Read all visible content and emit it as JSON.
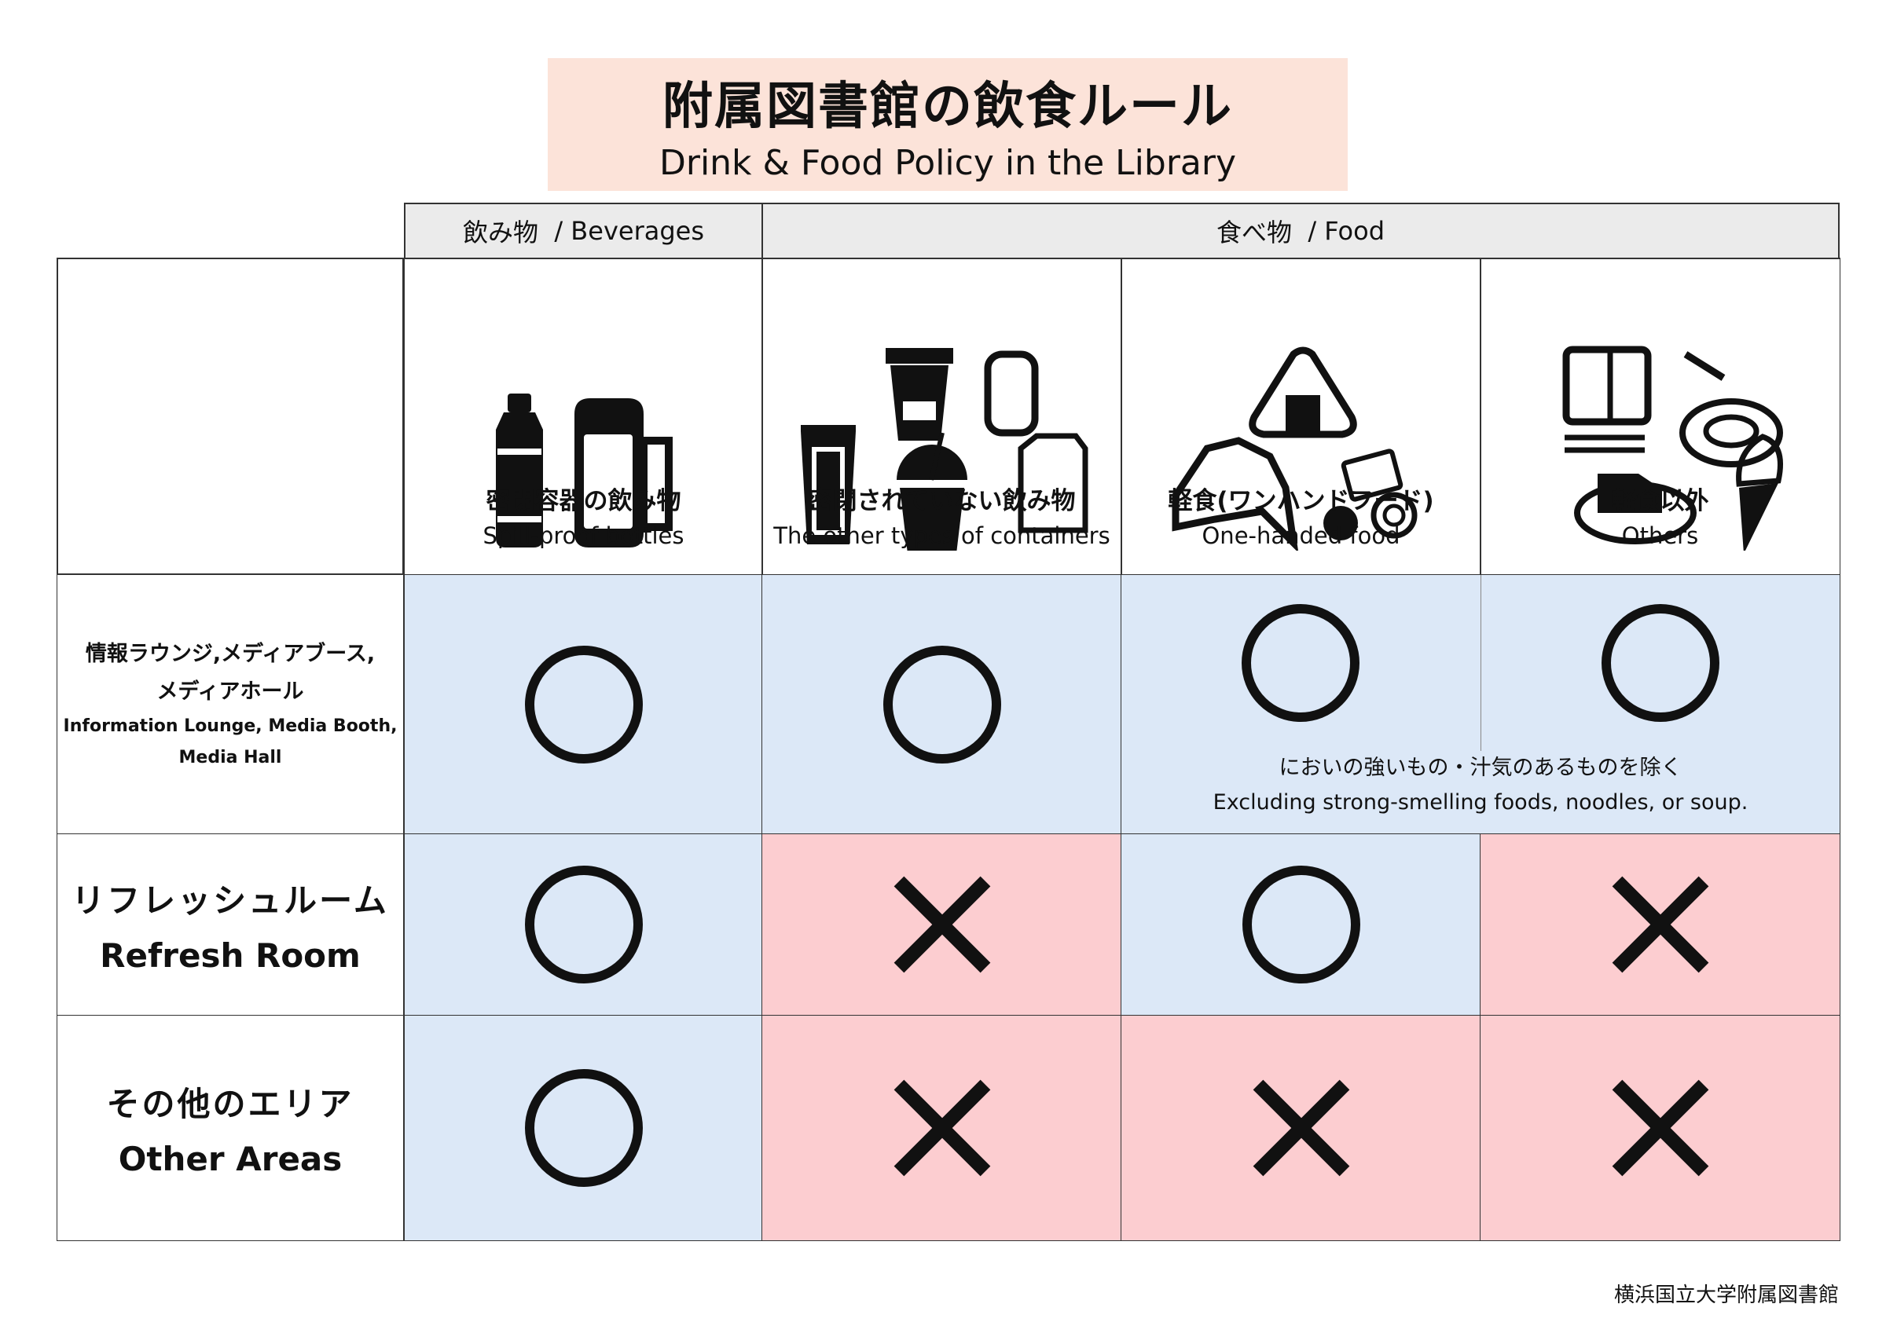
{
  "title": {
    "ja": "附属図書館の飲食ルール",
    "en": "Drink & Food Policy in the Library"
  },
  "groups": [
    {
      "ja": "飲み物",
      "en": "Beverages",
      "sep": "/"
    },
    {
      "ja": "食べ物",
      "en": "Food",
      "sep": "/"
    }
  ],
  "categories": [
    {
      "ja": "密閉容器の飲み物",
      "en": "Spill-proof bottles",
      "icon": "bottle-thermos-icon"
    },
    {
      "ja": "密閉されていない飲み物",
      "en": "The other types of containers",
      "icon": "cups-can-carton-icon"
    },
    {
      "ja": "軽食(ワンハンドフード)",
      "en": "One-handed food",
      "icon": "onigiri-croissant-snacks-icon"
    },
    {
      "ja": "軽食以外",
      "en": "Others",
      "icon": "bento-noodles-cake-icecream-icon"
    }
  ],
  "rows": [
    {
      "ja": "情報ラウンジ,メディアブース,",
      "ja2": "メディアホール",
      "en": "Information Lounge, Media Booth,",
      "en2": "Media Hall",
      "marks": [
        "allowed",
        "allowed",
        "allowed",
        "allowed"
      ]
    },
    {
      "ja": "リフレッシュルーム",
      "en": "Refresh Room",
      "marks": [
        "allowed",
        "prohibited",
        "allowed",
        "prohibited"
      ]
    },
    {
      "ja": "その他のエリア",
      "en": "Other Areas",
      "marks": [
        "allowed",
        "prohibited",
        "prohibited",
        "prohibited"
      ]
    }
  ],
  "note": {
    "ja": "においの強いもの・汁気のあるものを除く",
    "en": "Excluding strong-smelling foods, noodles, or soup."
  },
  "footer": "横浜国立大学附属図書館",
  "colors": {
    "allowed": "#dce8f7",
    "prohibited": "#fccdd0",
    "header": "#ebebeb",
    "title_bg": "#fce3d9"
  }
}
